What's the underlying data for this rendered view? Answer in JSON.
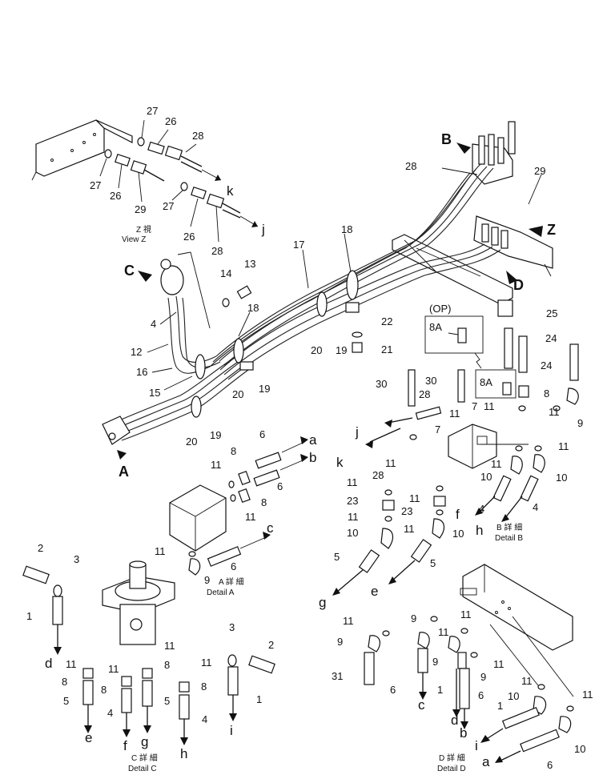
{
  "callouts": {
    "n1": "1",
    "n2": "2",
    "n3": "3",
    "n4": "4",
    "n5": "5",
    "n6": "6",
    "n7": "7",
    "n8": "8",
    "n8a": "8A",
    "n9": "9",
    "n10": "10",
    "n11": "11",
    "n12": "12",
    "n13": "13",
    "n14": "14",
    "n15": "15",
    "n16": "16",
    "n17": "17",
    "n18": "18",
    "n19": "19",
    "n20": "20",
    "n21": "21",
    "n22": "22",
    "n23": "23",
    "n24": "24",
    "n25": "25",
    "n26": "26",
    "n27": "27",
    "n28": "28",
    "n29": "29",
    "n30": "30",
    "n31": "31"
  },
  "letters": {
    "a": "a",
    "b": "b",
    "c": "c",
    "d": "d",
    "e": "e",
    "f": "f",
    "g": "g",
    "h": "h",
    "i": "i",
    "j": "j",
    "k": "k"
  },
  "views": {
    "A": "A",
    "B": "B",
    "C": "C",
    "D": "D",
    "Z": "Z"
  },
  "option_label": "(OP)",
  "captions": {
    "view_z_jp": "Z 視",
    "view_z": "View Z",
    "detail_a_jp": "A 詳 細",
    "detail_a": "Detail A",
    "detail_b_jp": "B 詳 細",
    "detail_b": "Detail B",
    "detail_c_jp": "C 詳 細",
    "detail_c": "Detail C",
    "detail_d_jp": "D 詳 細",
    "detail_d": "Detail D"
  }
}
